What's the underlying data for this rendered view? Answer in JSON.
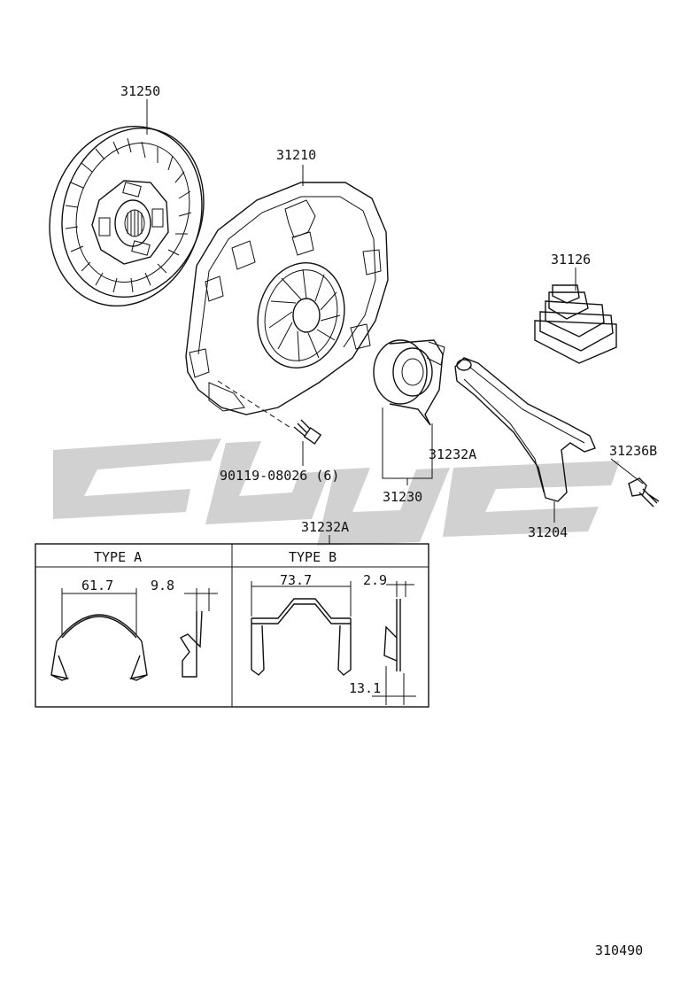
{
  "labels": {
    "disc": "31250",
    "cover": "31210",
    "boot": "31126",
    "clip_ref": "31232A",
    "bearing_assy": "31230",
    "bolt_ref": "31236B",
    "fork": "31204",
    "bolt": "90119-08026 (6)",
    "clip_title": "31232A"
  },
  "table": {
    "type_a": "TYPE  A",
    "type_b": "TYPE  B",
    "dim_a_width": "61.7",
    "dim_a_thick": "9.8",
    "dim_b_width": "73.7",
    "dim_b_thick": "2.9",
    "dim_b_depth": "13.1"
  },
  "footer": {
    "diagram_number": "310490"
  }
}
